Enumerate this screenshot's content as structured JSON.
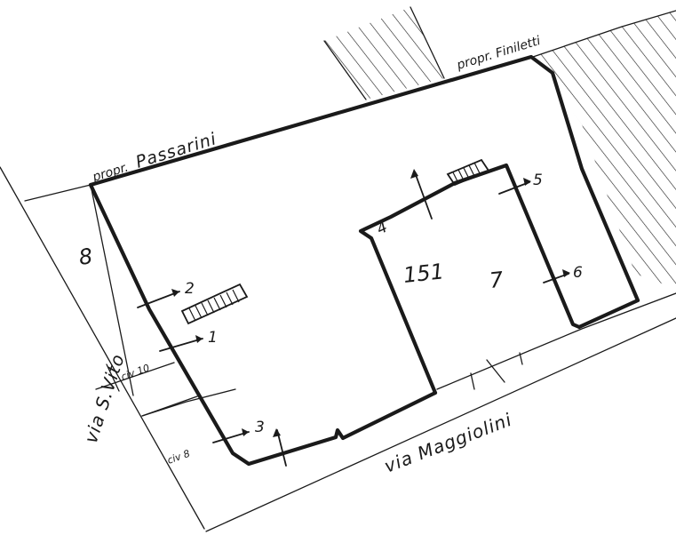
{
  "labels": {
    "prop_passarini": {
      "prefix": "propr.",
      "name": "Passarini"
    },
    "prop_finiletti": "propr. Finiletti",
    "via_s_vito": "via S.Vito",
    "via_maggiolini": "via Maggiolini",
    "civ_10": "civ 10",
    "civ_8": "civ 8",
    "lot_number": "151",
    "parcel_8": "8",
    "parcel_7": "7"
  },
  "views": [
    "1",
    "2",
    "3",
    "4",
    "5",
    "6"
  ]
}
